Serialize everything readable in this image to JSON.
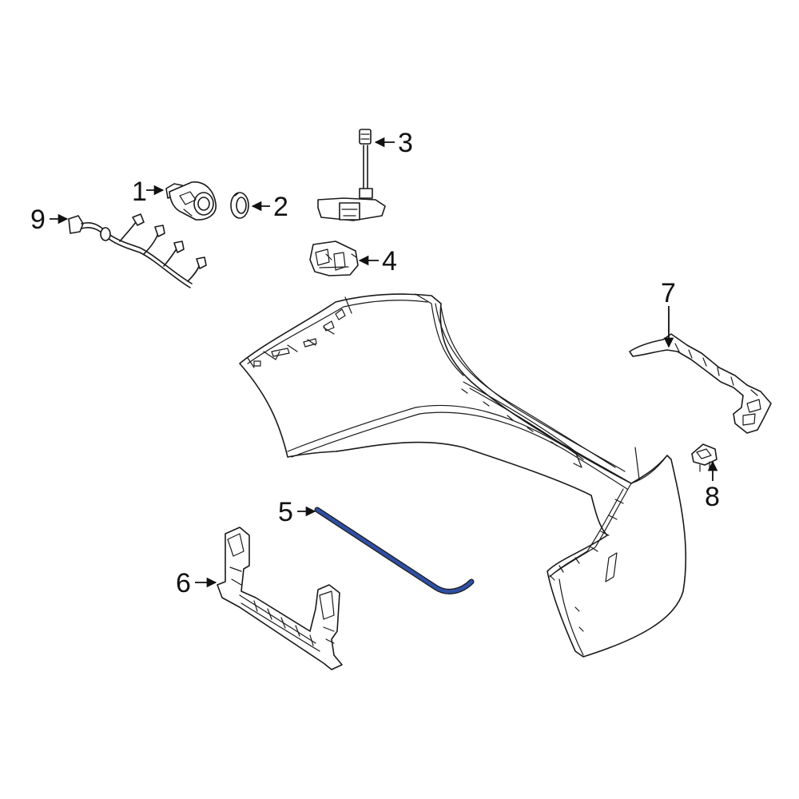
{
  "colors": {
    "line": "#1a1a1a",
    "highlight_fill": "#2f4fa3",
    "background": "#ffffff"
  },
  "callouts": [
    {
      "id": "1",
      "label": "1"
    },
    {
      "id": "2",
      "label": "2"
    },
    {
      "id": "3",
      "label": "3"
    },
    {
      "id": "4",
      "label": "4"
    },
    {
      "id": "5",
      "label": "5",
      "highlighted": true
    },
    {
      "id": "6",
      "label": "6"
    },
    {
      "id": "7",
      "label": "7"
    },
    {
      "id": "8",
      "label": "8"
    },
    {
      "id": "9",
      "label": "9"
    }
  ]
}
